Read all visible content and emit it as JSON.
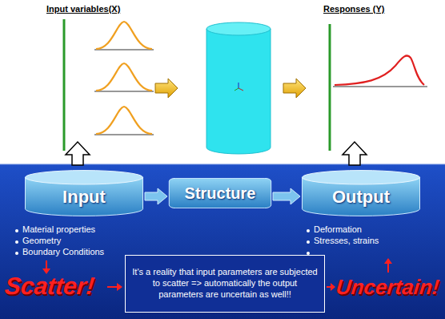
{
  "diagram": {
    "nodes": [
      {
        "text": [
          "Input"
        ]
      },
      {
        "text": [
          "Structure"
        ]
      },
      {
        "text": [
          "Output"
        ]
      },
      {
        "text": [
          "It's a reality that input parameters are subjected to scatter => automatically the output parameters are uncertain as well!!"
        ]
      }
    ],
    "edges": [
      {
        "from": 0,
        "to": 1,
        "arrow": "to"
      },
      {
        "from": 1,
        "to": 2,
        "arrow": "to"
      }
    ],
    "labels": [
      "Input variables(X)",
      "Responses (Y)",
      "Material properties",
      "Geometry",
      "Boundary Conditions",
      "Deformation",
      "Stresses, strains",
      "Scatter!",
      "Uncertain!"
    ]
  }
}
